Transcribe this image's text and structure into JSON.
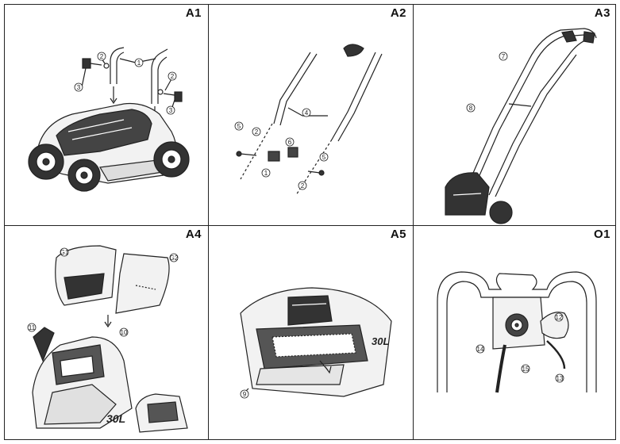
{
  "panels": [
    {
      "id": "A1",
      "title": "A1",
      "callouts": [
        "1",
        "2",
        "3",
        "2",
        "3"
      ]
    },
    {
      "id": "A2",
      "title": "A2",
      "callouts": [
        "4",
        "5",
        "2",
        "6",
        "5",
        "1",
        "2"
      ]
    },
    {
      "id": "A3",
      "title": "A3",
      "callouts": [
        "7",
        "8"
      ]
    },
    {
      "id": "A4",
      "title": "A4",
      "callouts": [
        "G1",
        "G2",
        "11",
        "10"
      ],
      "capacity_label": "30L"
    },
    {
      "id": "A5",
      "title": "A5",
      "callouts": [
        "9"
      ]
    },
    {
      "id": "O1",
      "title": "O1",
      "callouts": [
        "12",
        "14",
        "15",
        "13"
      ]
    }
  ]
}
